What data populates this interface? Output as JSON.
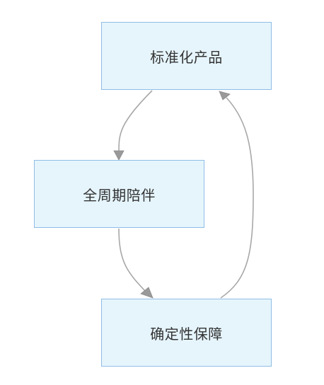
{
  "diagram": {
    "type": "flowchart",
    "node_fill": "#e6f5fc",
    "node_border": "#8fbde6",
    "edge_color": "#a8a8a8",
    "nodes": [
      {
        "id": "standardized-product",
        "label": "标准化产品"
      },
      {
        "id": "full-cycle-companion",
        "label": "全周期陪伴"
      },
      {
        "id": "certainty-guarantee",
        "label": "确定性保障"
      }
    ],
    "edges": [
      {
        "from": "standardized-product",
        "to": "full-cycle-companion"
      },
      {
        "from": "full-cycle-companion",
        "to": "certainty-guarantee"
      },
      {
        "from": "certainty-guarantee",
        "to": "standardized-product"
      }
    ]
  }
}
